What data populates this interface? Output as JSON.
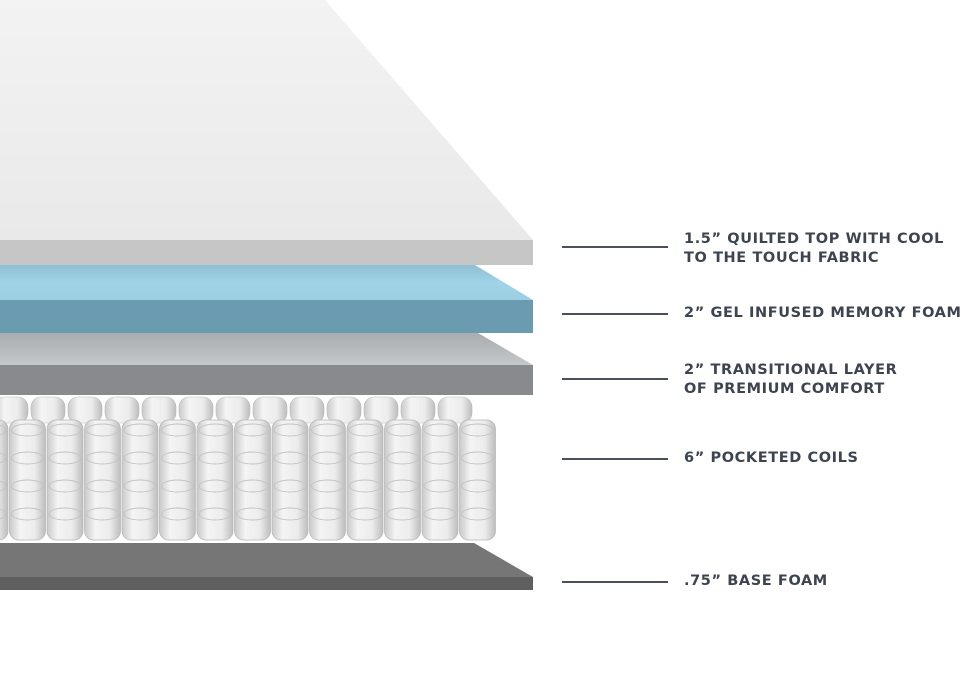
{
  "colors": {
    "top_face": "#efefef",
    "top_front": "#c6c6c6",
    "gel_face": "#9fd1e3",
    "gel_front": "#6b9bb0",
    "transition_face": "#c4c7ca",
    "transition_front": "#888a8d",
    "coil": "#e4e4e4",
    "base_face": "#767676",
    "base_front": "#5f5f5f",
    "label_text": "#3d4450"
  },
  "labels": [
    {
      "line1": "1.5” QUILTED TOP WITH COOL",
      "line2": "TO THE TOUCH FABRIC"
    },
    {
      "line1": "2” GEL INFUSED MEMORY FOAM",
      "line2": ""
    },
    {
      "line1": "2” TRANSITIONAL LAYER",
      "line2": "OF PREMIUM COMFORT"
    },
    {
      "line1": "6” POCKETED COILS",
      "line2": ""
    },
    {
      "line1": ".75” BASE FOAM",
      "line2": ""
    }
  ]
}
